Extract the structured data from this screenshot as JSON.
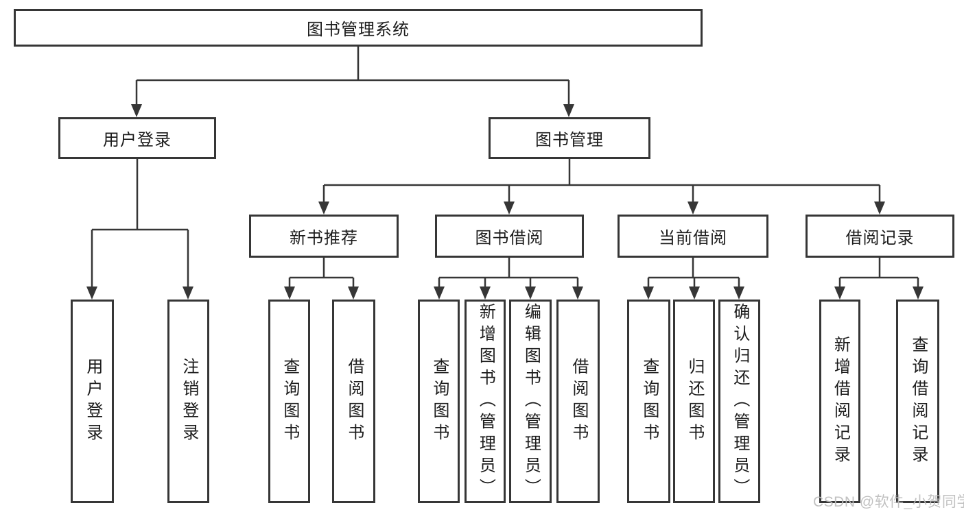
{
  "diagram": {
    "nodes": {
      "root": "图书管理系统",
      "user_login": "用户登录",
      "book_mgmt": "图书管理",
      "new_book_rec": "新书推荐",
      "book_borrow": "图书借阅",
      "current_borrow": "当前借阅",
      "borrow_record": "借阅记录",
      "leaf_user_login": "用户登录",
      "leaf_logout": "注销登录",
      "leaf_query_book_1": "查询图书",
      "leaf_borrow_book_1": "借阅图书",
      "leaf_query_book_2": "查询图书",
      "leaf_add_book": "新增图书（管理员）",
      "leaf_edit_book": "编辑图书（管理员）",
      "leaf_borrow_book_2": "借阅图书",
      "leaf_query_book_3": "查询图书",
      "leaf_return_book": "归还图书",
      "leaf_confirm_return": "确认归还（管理员）",
      "leaf_add_record": "新增借阅记录",
      "leaf_query_record": "查询借阅记录"
    },
    "line_color": "#363636",
    "watermark": "CSDN @软件_小贺同学"
  }
}
